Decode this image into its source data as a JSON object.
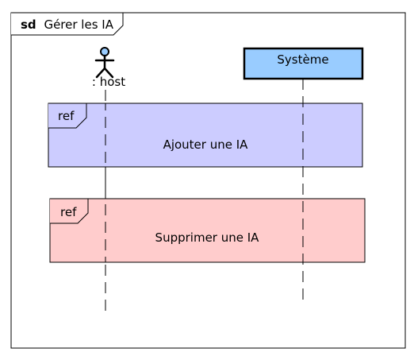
{
  "frame": {
    "keyword": "sd",
    "title": "Gérer les IA"
  },
  "lifelines": {
    "actor": {
      "name": ": host"
    },
    "system": {
      "name": "Système"
    }
  },
  "fragments": [
    {
      "keyword": "ref",
      "title": "Ajouter une IA",
      "fill": "#ccccff"
    },
    {
      "keyword": "ref",
      "title": "Supprimer une IA",
      "fill": "#ffcccc"
    }
  ],
  "colors": {
    "system_box": "#99ccff",
    "line": "#000000"
  }
}
